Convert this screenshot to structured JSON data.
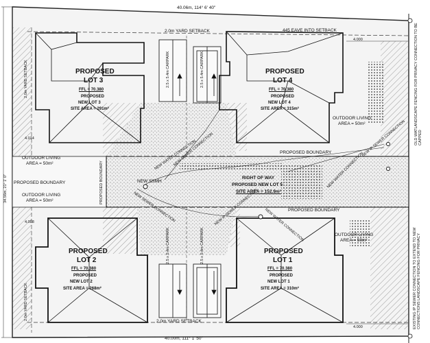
{
  "dimensions": {
    "top_boundary": "40.06m, 114° 6' 40\"",
    "bottom_boundary": "40.00m, 111° 1' 50\"",
    "left_boundary": "34.56m, 21° 1' 0\"",
    "left_offset_top": "4.014",
    "left_offset_bottom": "4.008",
    "right_offset": "4.000"
  },
  "setbacks": {
    "yard_top": "2.0m YARD SETBACK",
    "yard_bottom": "2.0m YARD SETBACK",
    "eave_top": "445 EAVE INTO SETBACK",
    "left_top": "2.0m YARD SETBACK",
    "left_bottom": "2.0m YARD SETBACK"
  },
  "lots": {
    "lot3": {
      "title": "PROPOSED",
      "name": "LOT 3",
      "ffl": "FFL = 70.380",
      "proposed": "PROPOSED",
      "new_lot": "NEW LOT 3",
      "area": "SITE AREA = 291m²"
    },
    "lot4": {
      "title": "PROPOSED",
      "name": "LOT 4",
      "ffl": "FFL = 70.380",
      "proposed": "PROPOSED",
      "new_lot": "NEW LOT 4",
      "area": "SITE AREA = 315m²"
    },
    "lot2": {
      "title": "PROPOSED",
      "name": "LOT 2",
      "ffl": "FFL = 70.380",
      "proposed": "PROPOSED",
      "new_lot": "NEW LOT 2",
      "area": "SITE AREA = 268m²"
    },
    "lot1": {
      "title": "PROPOSED",
      "name": "LOT 1",
      "ffl": "FFL = 70.380",
      "proposed": "PROPOSED",
      "new_lot": "NEW LOT 1",
      "area": "SITE AREA = 310m²"
    }
  },
  "right_of_way": {
    "title": "RIGHT OF WAY",
    "subtitle": "PROPOSED NEW LOT 5",
    "area": "SITE AREA = 152.9m²"
  },
  "boundaries": {
    "upper": "PROPOSED BOUNDARY",
    "lower": "PROPOSED BOUNDARY",
    "left": "PROPOSED BOUNDARY",
    "left_vertical": "PROPOSED BOUNDARY"
  },
  "outdoor_living": {
    "top_right": [
      "OUTDOOR LIVING",
      "AREA = 50m²"
    ],
    "mid_left_a": [
      "OUTDOOR LIVING",
      "AREA = 50m²"
    ],
    "mid_left_b": [
      "OUTDOOR LIVING",
      "AREA = 50m²"
    ],
    "bottom_right": [
      "OUTDOOR LIVING",
      "AREA = 50m²"
    ]
  },
  "carparks": [
    "2.5 x 5.4m CARPARK",
    "2.5 x 5.4m CARPARK",
    "2.5 x 5.4m CARPARK",
    "2.5 x 5.4m CARPARK"
  ],
  "services": {
    "new_ssmh": "NEW SSMH",
    "new_water_top": "NEW WATER CONNECTION",
    "new_sewer_top": "NEW SEWER CONNECTION",
    "new_ip_sewer_right": "NEW IP SEWER CONNECTION",
    "new_water_right": "NEW WATER CONNECTION",
    "new_water_bottom": "NEW WATER CONNECTION",
    "new_sewer_bottom": "NEW SEWER CONNECTION",
    "new_ip_sewer_bottom": "NEW IP SEWER CONNECTION"
  },
  "right_notes": {
    "top": "OLD WATLANDSCAPE FENCING FOR PRIVACY CONNECTION TO BE CAPPED",
    "bottom": "EXISTING IP SEWER CONNECTION TO EXTEND TO NEW CONNECTIONS LANDSCAPE FENCING FOR PRIVACY"
  }
}
